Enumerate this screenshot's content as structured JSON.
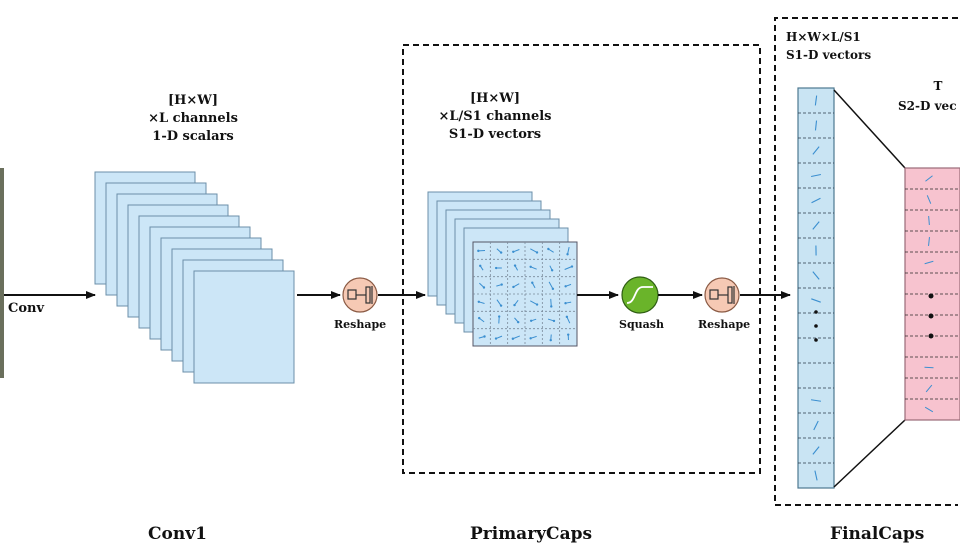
{
  "labels": {
    "conv_arrow": "Conv",
    "conv1_caption": [
      "[H×W]",
      "×L channels",
      "1-D scalars"
    ],
    "reshape_1": "Reshape",
    "primary_caption": [
      "[H×W]",
      "×L/S1 channels",
      "S1-D vectors"
    ],
    "squash": "Squash",
    "reshape_2": "Reshape",
    "final_caption": [
      "H×W×L/S1",
      "S1-D vectors"
    ],
    "t_caption": [
      "T",
      "S2-D vec"
    ]
  },
  "sections": {
    "conv1": "Conv1",
    "primarycaps": "PrimaryCaps",
    "finalcaps": "FinalCaps"
  },
  "colors": {
    "feature_map": "#cce6f7",
    "vector_column": "#c9e4f3",
    "pink_column": "#f7c3cf",
    "reshape_node": "#f6c9b4",
    "squash_node": "#6ab42a",
    "arrow": "#111111",
    "vector_mark": "#3b8fd0"
  },
  "icons": {
    "reshape": "reshape-icon",
    "squash": "sigmoid-icon"
  }
}
